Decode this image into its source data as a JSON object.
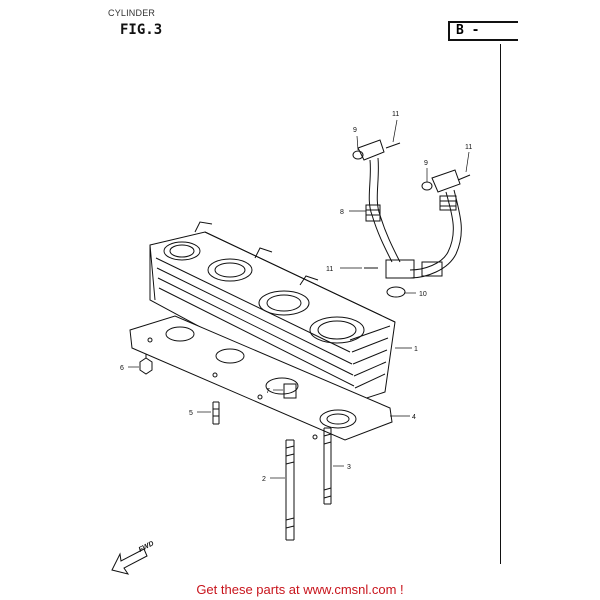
{
  "page_label": "CYLINDER",
  "figure_label": "FIG.3",
  "page_ref": "B -",
  "fwd_label": "FWD",
  "callouts": [
    "1",
    "2",
    "3",
    "4",
    "5",
    "6",
    "7",
    "8",
    "9",
    "9",
    "10",
    "11",
    "11",
    "11"
  ],
  "promo_text": "Get these parts at www.cmsnl.com !",
  "colors": {
    "line": "#111111",
    "promo": "#c8141c"
  }
}
